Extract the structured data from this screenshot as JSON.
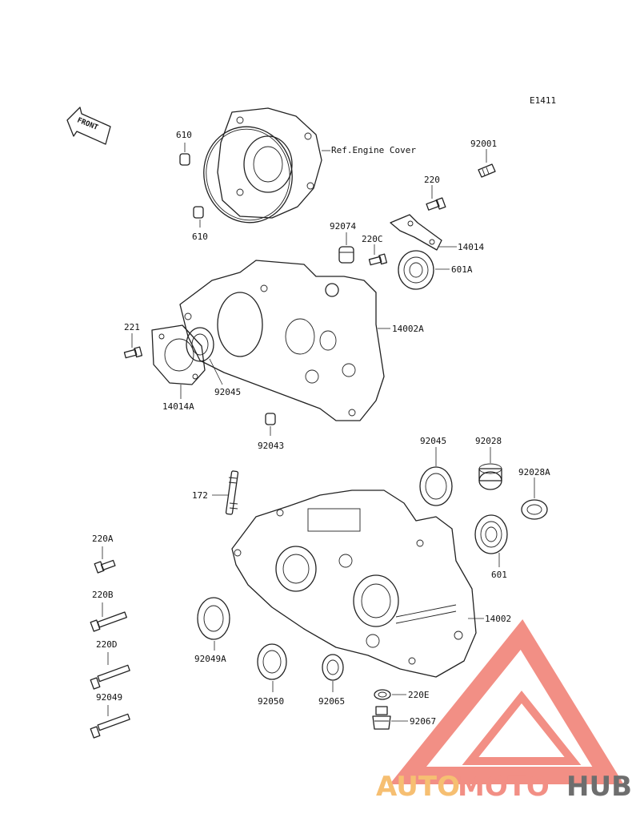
{
  "diagram": {
    "code": "E1411",
    "front_label": "FRONT",
    "reference_note": "Ref.Engine Cover",
    "labels": [
      {
        "id": "610_top",
        "text": "610"
      },
      {
        "id": "610_bottom",
        "text": "610"
      },
      {
        "id": "92001",
        "text": "92001"
      },
      {
        "id": "220",
        "text": "220"
      },
      {
        "id": "92074",
        "text": "92074"
      },
      {
        "id": "220C",
        "text": "220C"
      },
      {
        "id": "14014",
        "text": "14014"
      },
      {
        "id": "601A",
        "text": "601A"
      },
      {
        "id": "221",
        "text": "221"
      },
      {
        "id": "14002A",
        "text": "14002A"
      },
      {
        "id": "92045_upper",
        "text": "92045"
      },
      {
        "id": "14014A",
        "text": "14014A"
      },
      {
        "id": "92043",
        "text": "92043"
      },
      {
        "id": "92045_lower",
        "text": "92045"
      },
      {
        "id": "92028",
        "text": "92028"
      },
      {
        "id": "92028A",
        "text": "92028A"
      },
      {
        "id": "172",
        "text": "172"
      },
      {
        "id": "601",
        "text": "601"
      },
      {
        "id": "220A",
        "text": "220A"
      },
      {
        "id": "220B",
        "text": "220B"
      },
      {
        "id": "14002",
        "text": "14002"
      },
      {
        "id": "220D",
        "text": "220D"
      },
      {
        "id": "92049A",
        "text": "92049A"
      },
      {
        "id": "92050",
        "text": "92050"
      },
      {
        "id": "92049",
        "text": "92049"
      },
      {
        "id": "92065",
        "text": "92065"
      },
      {
        "id": "220E",
        "text": "220E"
      },
      {
        "id": "92067",
        "text": "92067"
      }
    ]
  },
  "watermark": {
    "part1": "AUTO",
    "part2": "MOTO",
    "part3": "HUB",
    "color_primary": "#f07c70",
    "color_secondary": "#f5b45a",
    "color_dark": "#555555"
  }
}
